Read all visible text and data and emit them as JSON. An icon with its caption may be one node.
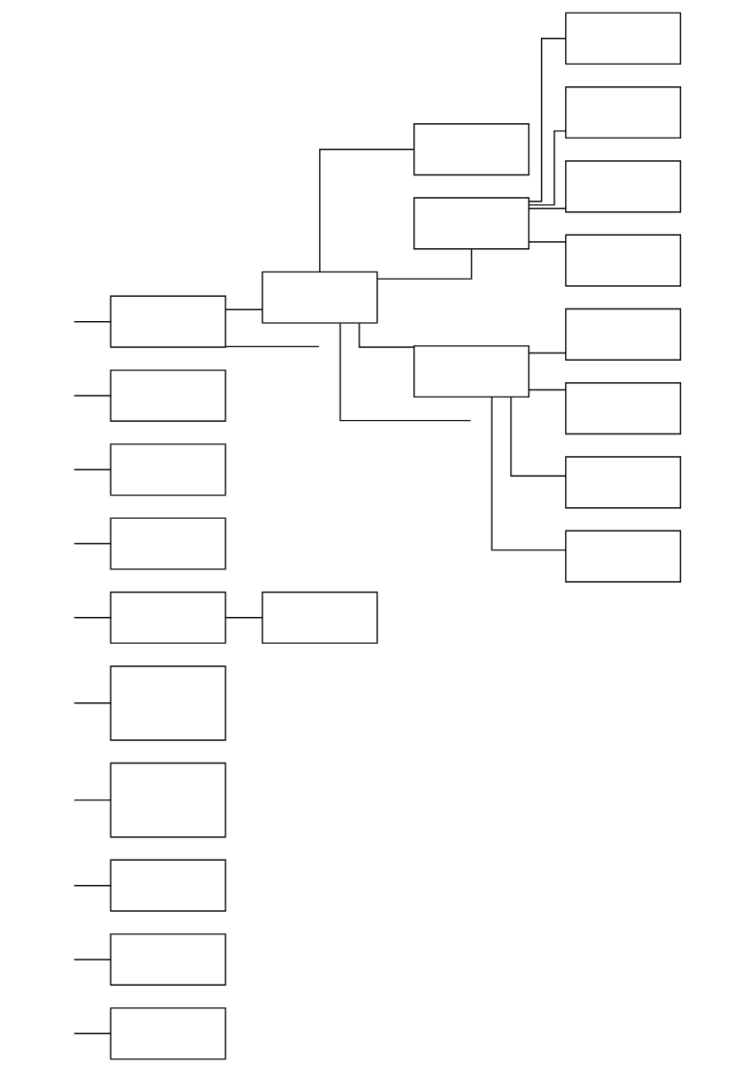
{
  "diagram": {
    "nodes": [
      {
        "text": [],
        "shape": "box"
      },
      {
        "text": [],
        "shape": "box"
      },
      {
        "text": [],
        "shape": "box"
      },
      {
        "text": [],
        "shape": "box"
      },
      {
        "text": [],
        "shape": "box"
      },
      {
        "text": [],
        "shape": "box"
      },
      {
        "text": [],
        "shape": "box"
      },
      {
        "text": [],
        "shape": "box"
      },
      {
        "text": [],
        "shape": "box"
      },
      {
        "text": [],
        "shape": "box"
      },
      {
        "text": [],
        "shape": "box"
      },
      {
        "text": [],
        "shape": "box"
      },
      {
        "text": [],
        "shape": "box"
      },
      {
        "text": [],
        "shape": "box"
      },
      {
        "text": [],
        "shape": "box"
      },
      {
        "text": [],
        "shape": "box"
      },
      {
        "text": [],
        "shape": "box"
      },
      {
        "text": [],
        "shape": "box"
      },
      {
        "text": [],
        "shape": "box"
      },
      {
        "text": [],
        "shape": "box"
      },
      {
        "text": [],
        "shape": "box"
      },
      {
        "text": [],
        "shape": "box"
      },
      {
        "text": [],
        "shape": "box"
      }
    ],
    "edges": [
      {
        "from": null,
        "to": 0,
        "arrow": "none"
      },
      {
        "from": null,
        "to": 1,
        "arrow": "none"
      },
      {
        "from": null,
        "to": 2,
        "arrow": "none"
      },
      {
        "from": null,
        "to": 3,
        "arrow": "none"
      },
      {
        "from": null,
        "to": 4,
        "arrow": "none"
      },
      {
        "from": null,
        "to": 5,
        "arrow": "none"
      },
      {
        "from": 5,
        "to": 6,
        "arrow": "none"
      },
      {
        "from": null,
        "to": 7,
        "arrow": "none"
      },
      {
        "from": null,
        "to": 8,
        "arrow": "none"
      },
      {
        "from": null,
        "to": 9,
        "arrow": "none"
      },
      {
        "from": null,
        "to": 10,
        "arrow": "none"
      },
      {
        "from": 10,
        "to": 11,
        "arrow": "none"
      },
      {
        "from": 10,
        "to": null,
        "arrow": "none"
      },
      {
        "from": 11,
        "to": 12,
        "arrow": "none"
      },
      {
        "from": 11,
        "to": 13,
        "arrow": "none"
      },
      {
        "from": 13,
        "to": 14,
        "arrow": "none"
      },
      {
        "from": 13,
        "to": 15,
        "arrow": "none"
      },
      {
        "from": 13,
        "to": 16,
        "arrow": "none"
      },
      {
        "from": 13,
        "to": 17,
        "arrow": "none"
      },
      {
        "from": 11,
        "to": 18,
        "arrow": "none"
      },
      {
        "from": 18,
        "to": 19,
        "arrow": "none"
      },
      {
        "from": 18,
        "to": 20,
        "arrow": "none"
      },
      {
        "from": 18,
        "to": 21,
        "arrow": "none"
      },
      {
        "from": 18,
        "to": 22,
        "arrow": "none"
      },
      {
        "from": 11,
        "to": null,
        "arrow": "none"
      }
    ]
  }
}
